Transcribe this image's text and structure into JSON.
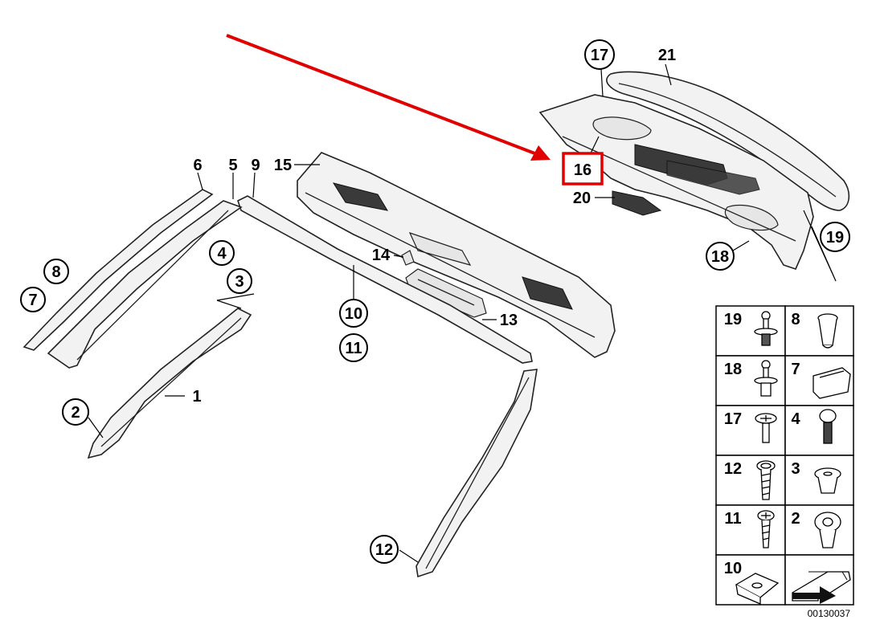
{
  "diagram": {
    "labels": {
      "p1": "1",
      "p2": "2",
      "p3": "3",
      "p4": "4",
      "p5": "5",
      "p6": "6",
      "p7": "7",
      "p8": "8",
      "p9": "9",
      "p10": "10",
      "p11": "11",
      "p12": "12",
      "p13": "13",
      "p14": "14",
      "p15": "15",
      "p16": "16",
      "p17": "17",
      "p18": "18",
      "p19": "19",
      "p20": "20",
      "p21": "21"
    },
    "highlight_color": "#e00000",
    "highlighted_part": "16",
    "legend": {
      "left": [
        "19",
        "18",
        "17",
        "12",
        "11",
        "10"
      ],
      "right": [
        "8",
        "7",
        "4",
        "3",
        "2"
      ]
    },
    "image_code": "00130037"
  }
}
